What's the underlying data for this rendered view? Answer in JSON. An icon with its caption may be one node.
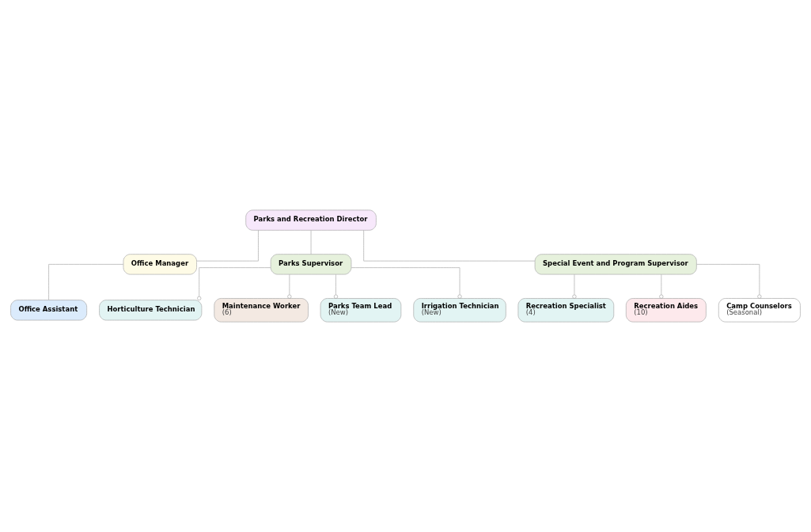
{
  "diagram": {
    "nodes": [
      {
        "text": [
          "Parks and Recreation Director"
        ]
      },
      {
        "text": [
          "Office Manager"
        ]
      },
      {
        "text": [
          "Parks Supervisor"
        ]
      },
      {
        "text": [
          "Special Event and Program Supervisor"
        ]
      },
      {
        "text": [
          "Office Assistant"
        ]
      },
      {
        "text": [
          "Horticulture Technician"
        ]
      },
      {
        "text": [
          "Maintenance Worker",
          "(6)"
        ]
      },
      {
        "text": [
          "Parks Team Lead",
          "(New)"
        ]
      },
      {
        "text": [
          "Irrigation Technician",
          "(New)"
        ]
      },
      {
        "text": [
          "Recreation Specialist",
          "(4)"
        ]
      },
      {
        "text": [
          "Recreation Aides",
          "(10)"
        ]
      },
      {
        "text": [
          "Camp Counselors",
          "(Seasonal)"
        ]
      }
    ],
    "edges": [
      {
        "from": 0,
        "to": 1,
        "arrow": "none"
      },
      {
        "from": 0,
        "to": 2,
        "arrow": "none"
      },
      {
        "from": 0,
        "to": 3,
        "arrow": "none"
      },
      {
        "from": 1,
        "to": 4,
        "arrow": "none"
      },
      {
        "from": 2,
        "to": 5,
        "arrow": "other"
      },
      {
        "from": 2,
        "to": 6,
        "arrow": "other"
      },
      {
        "from": 2,
        "to": 7,
        "arrow": "other"
      },
      {
        "from": 2,
        "to": 8,
        "arrow": "other"
      },
      {
        "from": 3,
        "to": 9,
        "arrow": "other"
      },
      {
        "from": 3,
        "to": 10,
        "arrow": "other"
      },
      {
        "from": 3,
        "to": 11,
        "arrow": "other"
      }
    ]
  }
}
